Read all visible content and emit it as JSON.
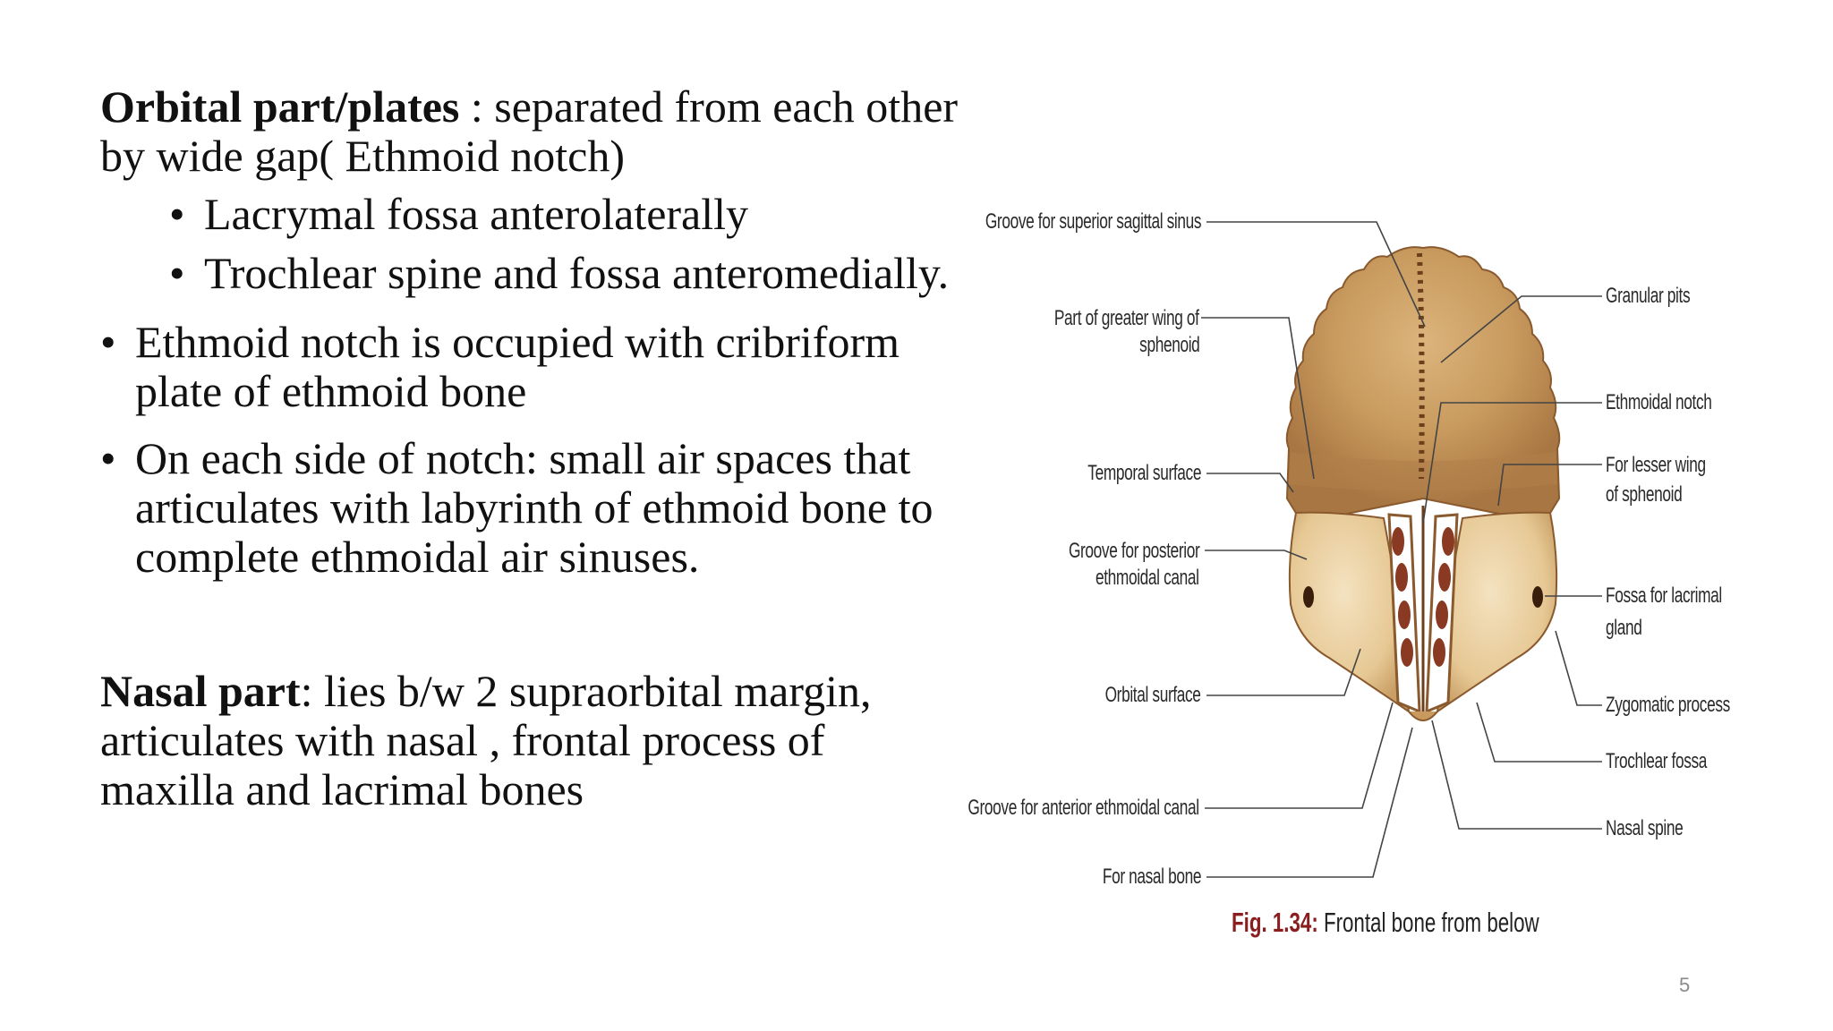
{
  "slide": {
    "orbital": {
      "heading": "Orbital part/plates",
      "text": "  : separated from each other by wide gap( Ethmoid notch)",
      "sub_bullets": [
        "Lacrymal fossa anterolaterally",
        "Trochlear spine and fossa anteromedially."
      ]
    },
    "bullets": [
      "Ethmoid notch is occupied with cribriform plate of ethmoid bone",
      "On each side of notch: small air spaces that articulates with labyrinth of ethmoid bone to complete ethmoidal air sinuses."
    ],
    "nasal": {
      "heading": "Nasal part",
      "text": ": lies b/w 2 supraorbital margin, articulates with nasal , frontal process of maxilla and lacrimal bones"
    },
    "page_number": "5"
  },
  "figure": {
    "labels_left": {
      "sagittal": "Groove for superior sagittal sinus",
      "greater_wing_1": "Part of greater wing of",
      "greater_wing_2": "sphenoid",
      "temporal": "Temporal surface",
      "posterior_1": "Groove for posterior",
      "posterior_2": "ethmoidal canal",
      "orbital": "Orbital surface",
      "anterior": "Groove for anterior ethmoidal canal",
      "nasal_bone": "For nasal bone"
    },
    "labels_right": {
      "granular": "Granular pits",
      "ethmoidal_notch": "Ethmoidal notch",
      "lesser_wing_1": "For lesser wing",
      "lesser_wing_2": "of sphenoid",
      "lacrimal_1": "Fossa for lacrimal",
      "lacrimal_2": "gland",
      "zygomatic": "Zygomatic process",
      "trochlear": "Trochlear fossa",
      "nasal_spine": "Nasal spine"
    },
    "caption": {
      "number": "Fig. 1.34:",
      "text": " Frontal bone from below"
    },
    "colors": {
      "bone_light": "#e9cfa0",
      "bone_mid": "#c89a5e",
      "bone_dark": "#8a5a2e"
    }
  }
}
